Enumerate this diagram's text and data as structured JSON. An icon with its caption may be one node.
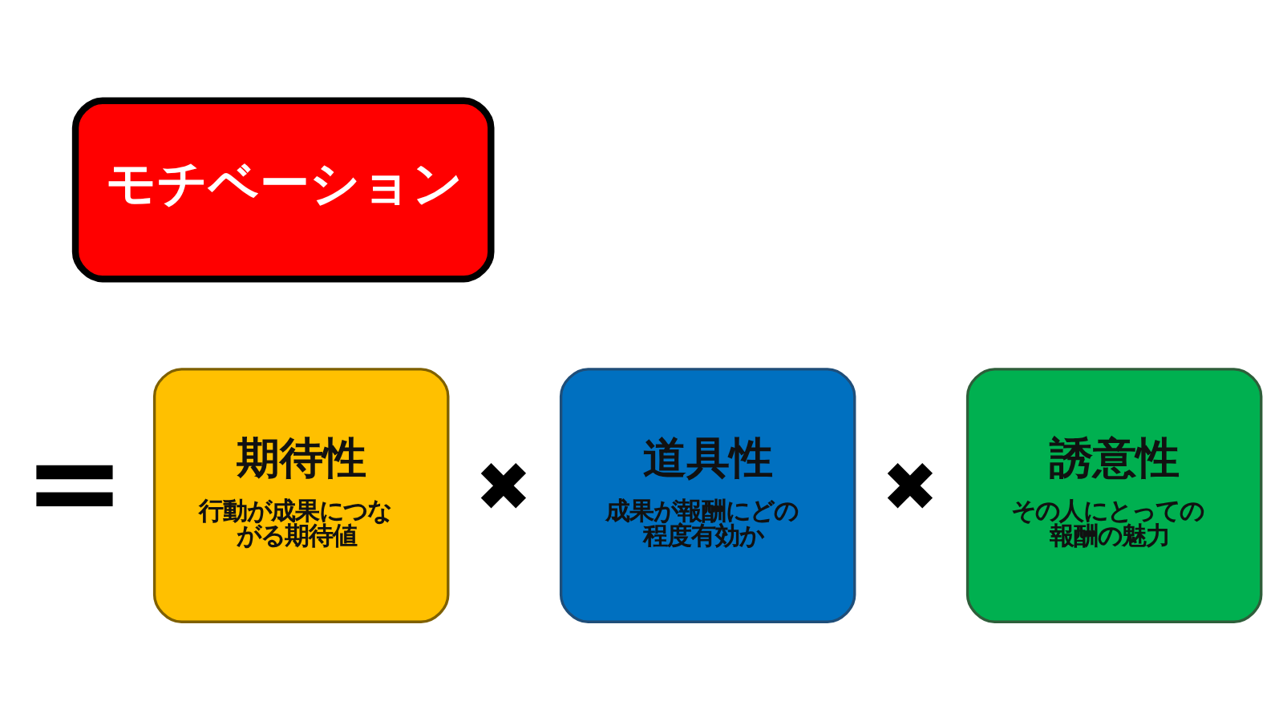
{
  "diagram": {
    "nodes": [
      {
        "text": [
          "モチベーション"
        ]
      },
      {
        "text": [
          "期待性",
          "行動が成果につながる期待値"
        ]
      },
      {
        "text": [
          "道具性",
          "成果が報酬にどの程度有効か"
        ]
      },
      {
        "text": [
          "誘意性",
          "その人にとっての報酬の魅力"
        ]
      }
    ],
    "labels": [
      "=",
      "✖",
      "✖"
    ]
  }
}
